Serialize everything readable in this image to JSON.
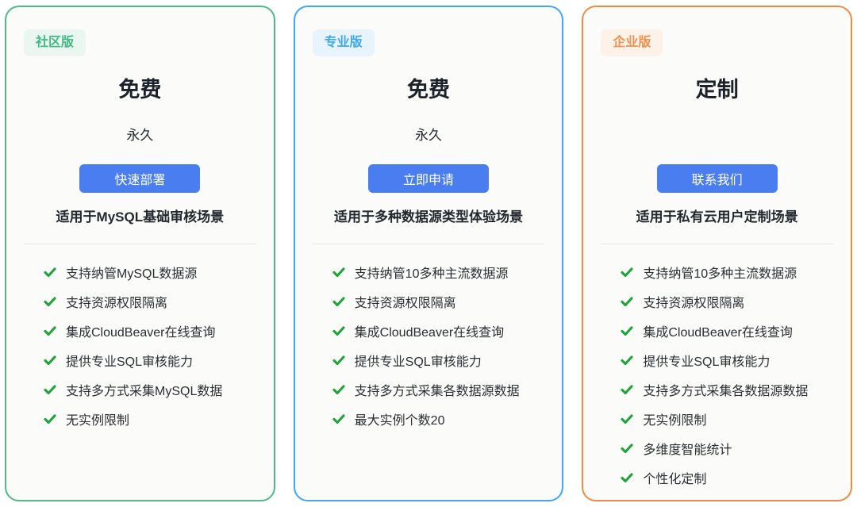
{
  "colors": {
    "button_bg": "#4a7df0",
    "button_text": "#ffffff",
    "check": "#21a33c",
    "feature_text": "#2b2e33",
    "divider": "#e8e8e6",
    "card_bg": "#fbfbf9"
  },
  "plans": [
    {
      "badge_label": "社区版",
      "colors": {
        "border": "#4cbb87",
        "badge_bg": "#eaf7f0",
        "badge_text": "#42b883"
      },
      "price": "免费",
      "duration": "永久",
      "button_label": "快速部署",
      "description": "适用于MySQL基础审核场景",
      "features": [
        "支持纳管MySQL数据源",
        "支持资源权限隔离",
        "集成CloudBeaver在线查询",
        "提供专业SQL审核能力",
        "支持多方式采集MySQL数据",
        "无实例限制"
      ]
    },
    {
      "badge_label": "专业版",
      "colors": {
        "border": "#41a7f3",
        "badge_bg": "#e8f4fc",
        "badge_text": "#3fa8f4"
      },
      "price": "免费",
      "duration": "永久",
      "button_label": "立即申请",
      "description": "适用于多种数据源类型体验场景",
      "features": [
        "支持纳管10多种主流数据源",
        "支持资源权限隔离",
        "集成CloudBeaver在线查询",
        "提供专业SQL审核能力",
        "支持多方式采集各数据源数据",
        "最大实例个数20"
      ]
    },
    {
      "badge_label": "企业版",
      "colors": {
        "border": "#f08c42",
        "badge_bg": "#fdf2e7",
        "badge_text": "#ee9050"
      },
      "price": "定制",
      "duration": "",
      "button_label": "联系我们",
      "description": "适用于私有云用户定制场景",
      "features": [
        "支持纳管10多种主流数据源",
        "支持资源权限隔离",
        "集成CloudBeaver在线查询",
        "提供专业SQL审核能力",
        "支持多方式采集各数据源数据",
        "无实例限制",
        "多维度智能统计",
        "个性化定制"
      ]
    }
  ]
}
